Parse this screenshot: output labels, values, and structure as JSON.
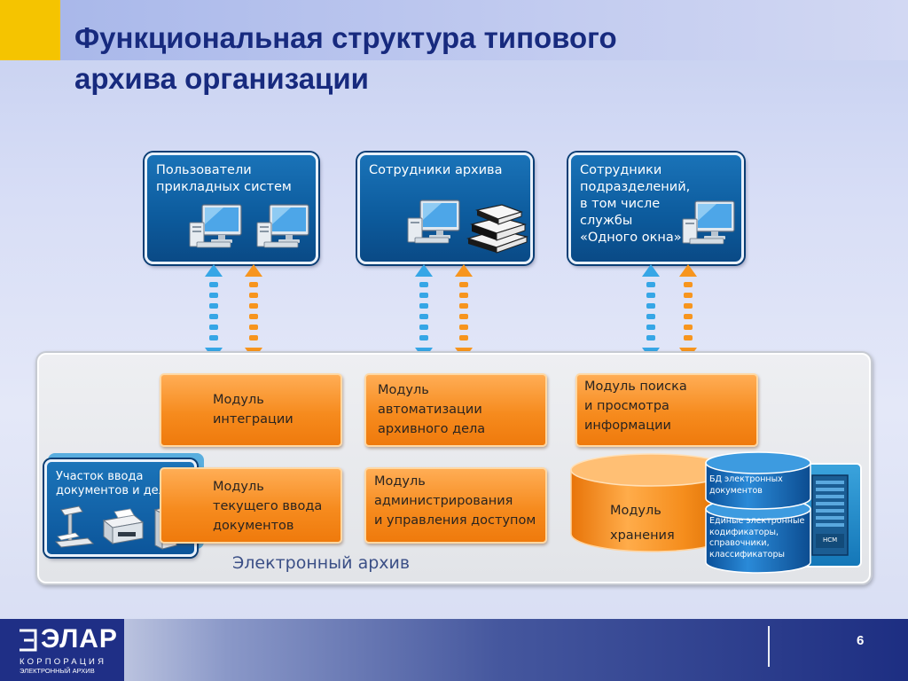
{
  "slide": {
    "title_lines": [
      "Функциональная структура типового",
      "архива организации"
    ],
    "page_number": "6"
  },
  "roles": [
    {
      "lines": [
        "Пользователи",
        "прикладных систем"
      ]
    },
    {
      "lines": [
        "Сотрудники архива"
      ]
    },
    {
      "lines": [
        "Сотрудники",
        "подразделений,",
        "в том числе",
        "службы",
        "«Одного окна»"
      ]
    }
  ],
  "archive": {
    "label": "Электронный архив",
    "intake": {
      "lines": [
        "Участок ввода",
        "документов и дел"
      ]
    },
    "modules": {
      "integration": [
        "Модуль",
        "интеграции"
      ],
      "automation": [
        "Модуль",
        "автоматизации",
        "архивного дела"
      ],
      "search": [
        "Модуль поиска",
        "и просмотра",
        "информации"
      ],
      "current_input": [
        "Модуль",
        "текущего ввода",
        "документов"
      ],
      "administration": [
        "Модуль",
        "администрирования",
        "и управления доступом"
      ],
      "storage": [
        "Модуль",
        "хранения"
      ]
    },
    "databases": {
      "documents_db": [
        "БД электронных",
        "документов"
      ],
      "classifiers": [
        "Единые электронные",
        "кодификаторы,",
        "справочники,",
        "классификаторы"
      ]
    },
    "storage_device_label": "HCM"
  },
  "logo": {
    "name": "ЭЛАР",
    "line1": "КОРПОРАЦИЯ",
    "line2": "ЭЛЕКТРОННЫЙ АРХИВ"
  },
  "colors": {
    "title": "#172a7e",
    "role_box": "#0d5c9e",
    "module_orange": "#f68b1e",
    "arrow_blue": "#36a6e6",
    "arrow_orange": "#f7951e",
    "footer_navy": "#1d2e82",
    "accent_yellow": "#f5c400"
  }
}
